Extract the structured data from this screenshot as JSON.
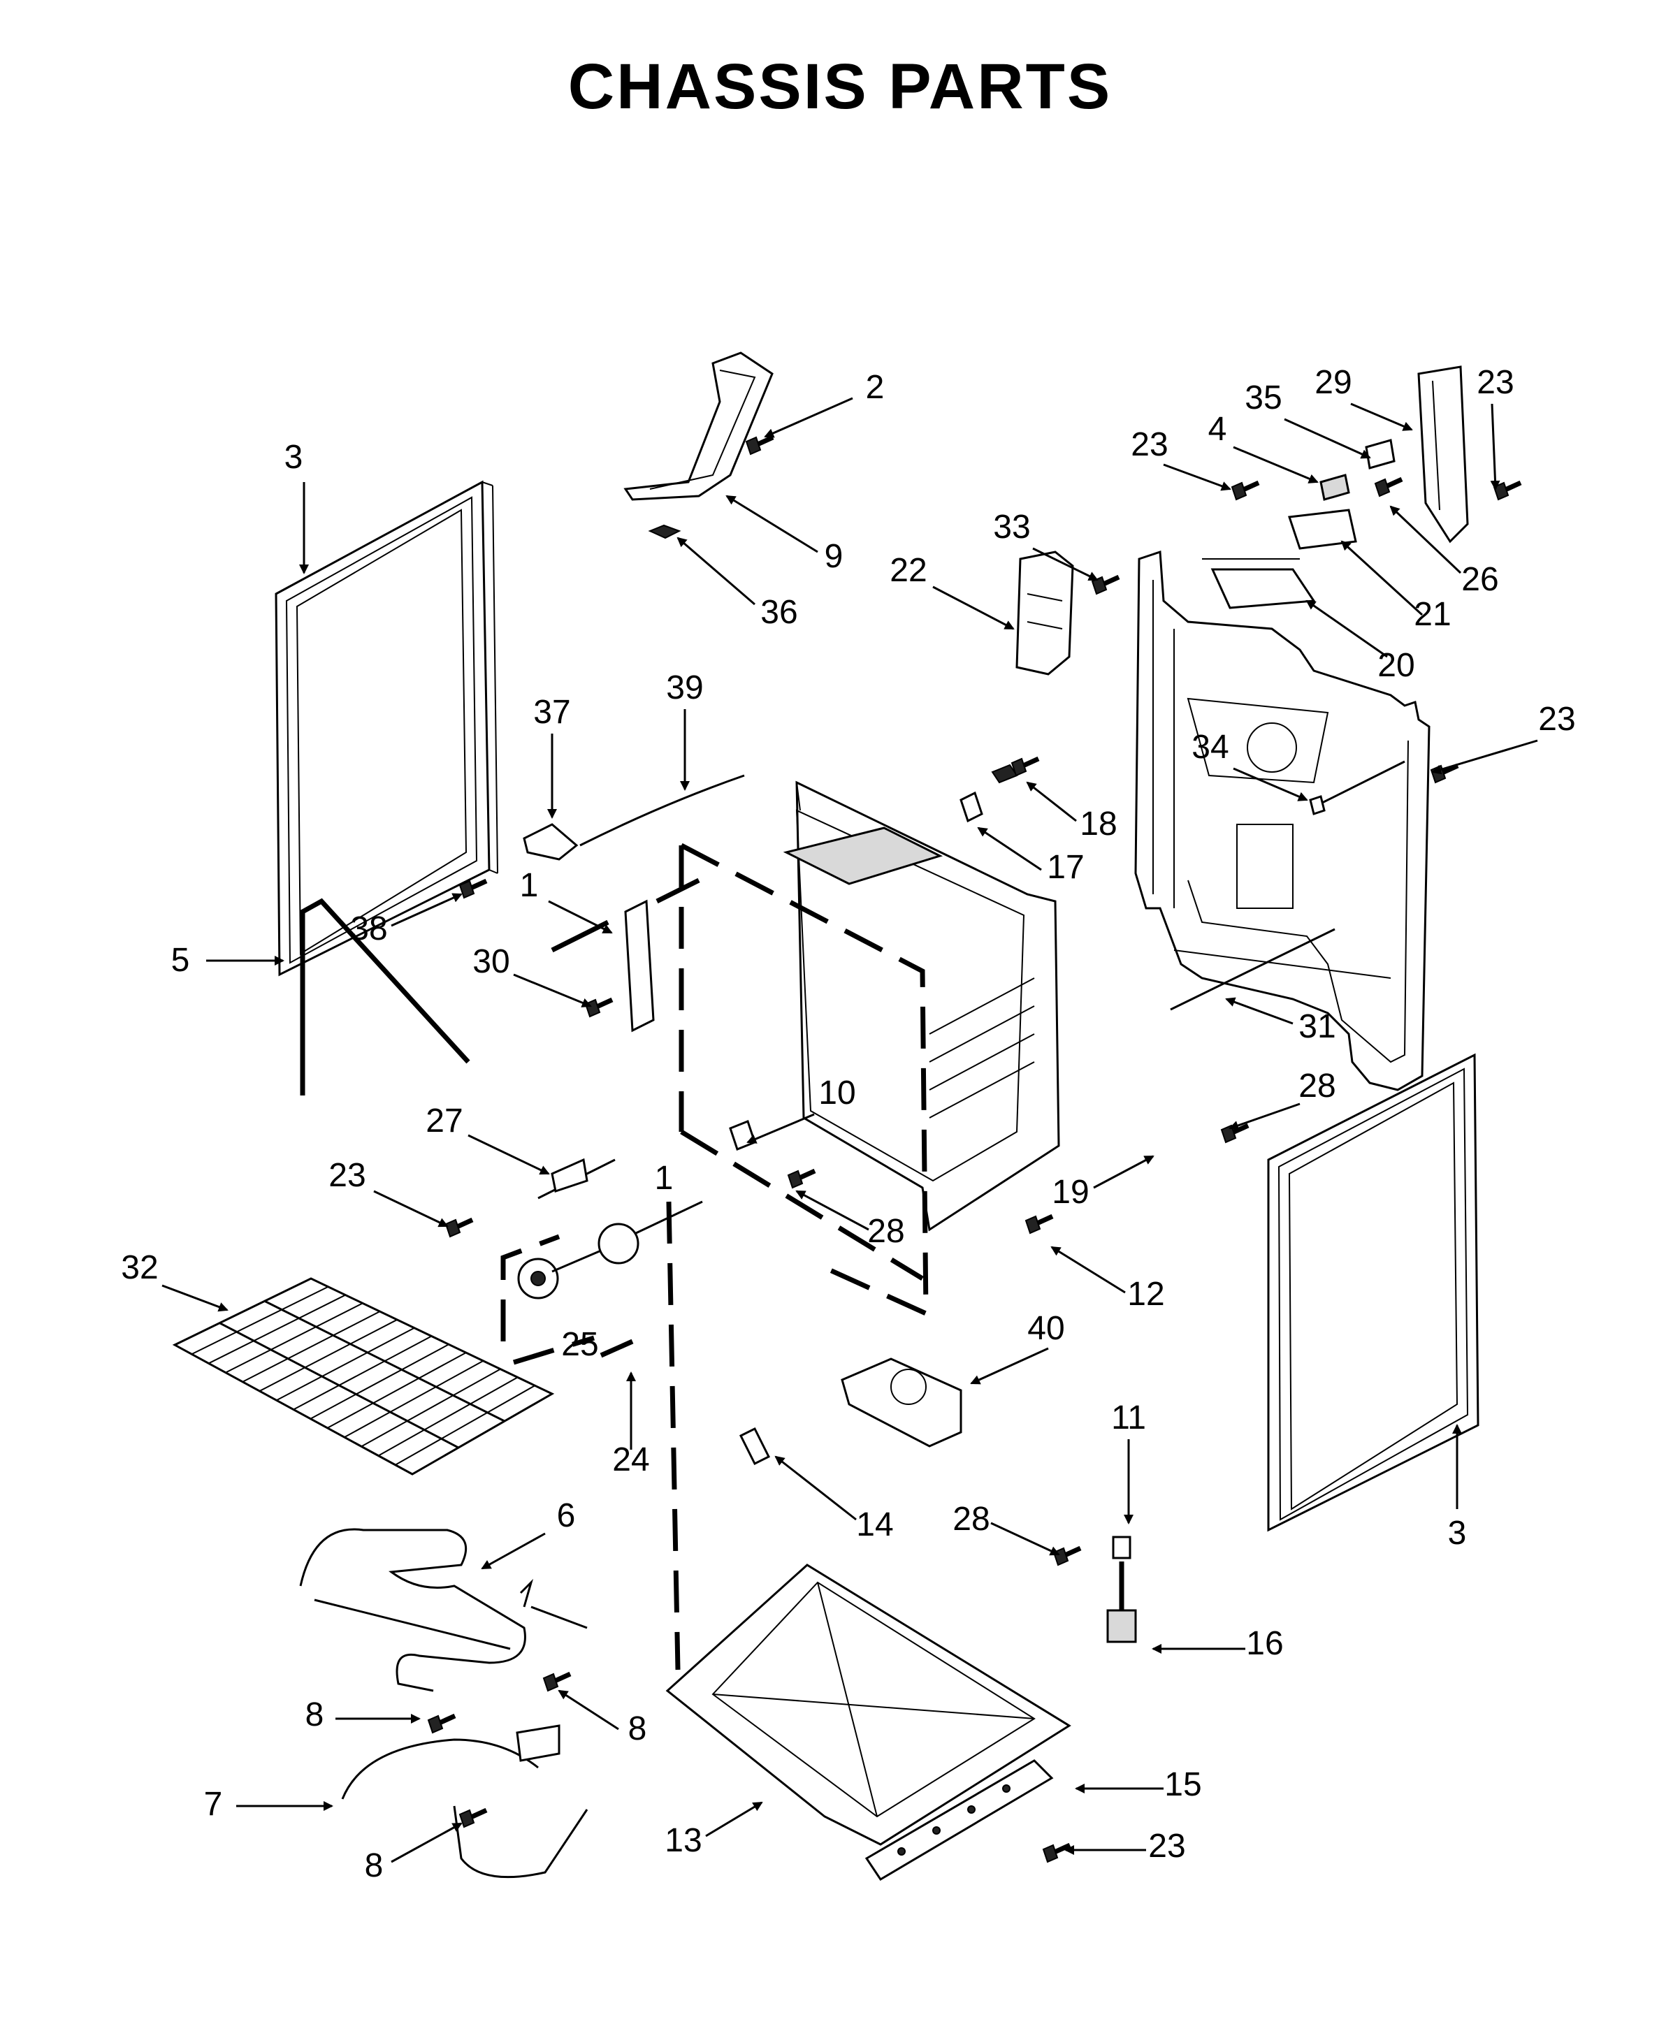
{
  "header": {
    "title": "CHASSIS PARTS"
  },
  "colors": {
    "ink": "#000000",
    "paper": "#ffffff",
    "part_shade": "#d9d9d9"
  },
  "callouts": [
    {
      "id": "c-3-left",
      "label": "3"
    },
    {
      "id": "c-2",
      "label": "2"
    },
    {
      "id": "c-9",
      "label": "9"
    },
    {
      "id": "c-36",
      "label": "36"
    },
    {
      "id": "c-22",
      "label": "22"
    },
    {
      "id": "c-33",
      "label": "33"
    },
    {
      "id": "c-23-a",
      "label": "23"
    },
    {
      "id": "c-4",
      "label": "4"
    },
    {
      "id": "c-35",
      "label": "35"
    },
    {
      "id": "c-29",
      "label": "29"
    },
    {
      "id": "c-23-b",
      "label": "23"
    },
    {
      "id": "c-26",
      "label": "26"
    },
    {
      "id": "c-21",
      "label": "21"
    },
    {
      "id": "c-20",
      "label": "20"
    },
    {
      "id": "c-23-c",
      "label": "23"
    },
    {
      "id": "c-34",
      "label": "34"
    },
    {
      "id": "c-18",
      "label": "18"
    },
    {
      "id": "c-17",
      "label": "17"
    },
    {
      "id": "c-31",
      "label": "31"
    },
    {
      "id": "c-37",
      "label": "37"
    },
    {
      "id": "c-39",
      "label": "39"
    },
    {
      "id": "c-38",
      "label": "38"
    },
    {
      "id": "c-1-a",
      "label": "1"
    },
    {
      "id": "c-30",
      "label": "30"
    },
    {
      "id": "c-5",
      "label": "5"
    },
    {
      "id": "c-10",
      "label": "10"
    },
    {
      "id": "c-27",
      "label": "27"
    },
    {
      "id": "c-23-d",
      "label": "23"
    },
    {
      "id": "c-1-b",
      "label": "1"
    },
    {
      "id": "c-28-a",
      "label": "28"
    },
    {
      "id": "c-28-b",
      "label": "28"
    },
    {
      "id": "c-19",
      "label": "19"
    },
    {
      "id": "c-12",
      "label": "12"
    },
    {
      "id": "c-32",
      "label": "32"
    },
    {
      "id": "c-25",
      "label": "25"
    },
    {
      "id": "c-24",
      "label": "24"
    },
    {
      "id": "c-40",
      "label": "40"
    },
    {
      "id": "c-11",
      "label": "11"
    },
    {
      "id": "c-14",
      "label": "14"
    },
    {
      "id": "c-28-c",
      "label": "28"
    },
    {
      "id": "c-3-right",
      "label": "3"
    },
    {
      "id": "c-16",
      "label": "16"
    },
    {
      "id": "c-6",
      "label": "6"
    },
    {
      "id": "c-8-a",
      "label": "8"
    },
    {
      "id": "c-8-b",
      "label": "8"
    },
    {
      "id": "c-7",
      "label": "7"
    },
    {
      "id": "c-8-c",
      "label": "8"
    },
    {
      "id": "c-13",
      "label": "13"
    },
    {
      "id": "c-15",
      "label": "15"
    },
    {
      "id": "c-23-e",
      "label": "23"
    }
  ]
}
